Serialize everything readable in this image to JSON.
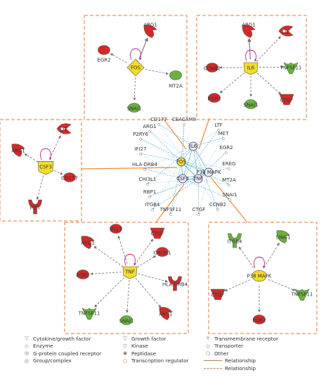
{
  "colors": {
    "up": "#d42a27",
    "down": "#6ab23a",
    "hub": "#f3dc2a",
    "box": "#e07a3a",
    "edge": "#6e6e6e",
    "selfloop": "#c0208c",
    "core_edge": "#3aa2c8",
    "link": "#f08a3a"
  },
  "modules": [
    {
      "id": "fos",
      "hub": {
        "label": "FOS",
        "shape": "diamond"
      },
      "targets": [
        {
          "label": "ARG1",
          "shape": "enzyme",
          "color": "up"
        },
        {
          "label": "EGR2",
          "shape": "oval",
          "color": "up"
        },
        {
          "label": "MT2A",
          "shape": "oval",
          "color": "down"
        },
        {
          "label": "SNAI1",
          "shape": "oval",
          "color": "down"
        }
      ]
    },
    {
      "id": "il6",
      "hub": {
        "label": "IL6",
        "shape": "square"
      },
      "targets": [
        {
          "label": "ARG1",
          "shape": "enzyme",
          "color": "up"
        },
        {
          "label": "LTF",
          "shape": "peptidase",
          "color": "up"
        },
        {
          "label": "CCNB2",
          "shape": "oval",
          "color": "up"
        },
        {
          "label": "TNFSF11",
          "shape": "cytokine",
          "color": "down"
        },
        {
          "label": "EGR2",
          "shape": "oval",
          "color": "up"
        },
        {
          "label": "SNAI1",
          "shape": "oval",
          "color": "down"
        },
        {
          "label": "CTGF",
          "shape": "growth",
          "color": "up"
        }
      ]
    },
    {
      "id": "csf3",
      "hub": {
        "label": "CSF3",
        "shape": "square"
      },
      "targets": [
        {
          "label": "LTF",
          "shape": "peptidase",
          "color": "up"
        },
        {
          "label": "ARG1",
          "shape": "enzyme",
          "color": "up"
        },
        {
          "label": "CD177",
          "shape": "oval",
          "color": "up"
        },
        {
          "label": "MET",
          "shape": "receptor",
          "color": "up"
        }
      ]
    },
    {
      "id": "tnf",
      "hub": {
        "label": "TNF",
        "shape": "square"
      },
      "targets": [
        {
          "label": "IFI27",
          "shape": "oval",
          "color": "up"
        },
        {
          "label": "CTGF",
          "shape": "growth",
          "color": "up"
        },
        {
          "label": "ARG1",
          "shape": "enzyme",
          "color": "up"
        },
        {
          "label": "CHI3L1",
          "shape": "oval",
          "color": "up"
        },
        {
          "label": "EGR2",
          "shape": "oval",
          "color": "up"
        },
        {
          "label": "HLA-DRB4",
          "shape": "receptor",
          "color": "up"
        },
        {
          "label": "TNFSF11",
          "shape": "cytokine",
          "color": "down"
        },
        {
          "label": "SNAI1",
          "shape": "oval",
          "color": "down"
        },
        {
          "label": "ARG1",
          "shape": "enzyme",
          "color": "up"
        }
      ]
    },
    {
      "id": "p38",
      "hub": {
        "label": "P38 MAPK",
        "shape": "oval"
      },
      "targets": [
        {
          "label": "ITGB4",
          "shape": "receptor",
          "color": "down"
        },
        {
          "label": "SNAI1",
          "shape": "enzyme",
          "color": "down"
        },
        {
          "label": "CTGF",
          "shape": "growth",
          "color": "up"
        },
        {
          "label": "TNFSF11",
          "shape": "cytokine",
          "color": "down"
        },
        {
          "label": "EGR2",
          "shape": "oval",
          "color": "up"
        }
      ]
    }
  ],
  "core": {
    "hubs": [
      "IL6",
      "FOS",
      "TNF",
      "CSF3",
      "P38 MAPK"
    ],
    "nodes": [
      "CD177",
      "CEACAM8",
      "ARG1",
      "LTF",
      "P2RY6",
      "MET",
      "IFI27",
      "EGR2",
      "HLA-DRB4",
      "EREG",
      "CHI3L1",
      "MT2A",
      "RBP1",
      "SNAI1",
      "ITGB4",
      "CCNB2",
      "TNFSF11",
      "CTGF"
    ]
  },
  "legend": [
    {
      "icon": "▽",
      "label": "Cytokine/growth factor"
    },
    {
      "icon": "◇",
      "label": "Enzyme"
    },
    {
      "icon": "◎",
      "label": "G-protein coupled receptor"
    },
    {
      "icon": "◎",
      "label": "Group/complex"
    },
    {
      "icon": "▽",
      "label": "Growth factor"
    },
    {
      "icon": "▽",
      "label": "Kinase"
    },
    {
      "icon": "◉",
      "label": "Peptidase"
    },
    {
      "icon": "○",
      "label": "Transcription regulator"
    },
    {
      "icon": "Y",
      "label": "Transmembrane receptor"
    },
    {
      "icon": "◇",
      "label": "Transporter"
    },
    {
      "icon": "○",
      "label": "Other"
    },
    {
      "icon": "",
      "label": "Relationship",
      "line": "solid"
    },
    {
      "icon": "",
      "label": "Relationship",
      "line": "dashed"
    }
  ]
}
